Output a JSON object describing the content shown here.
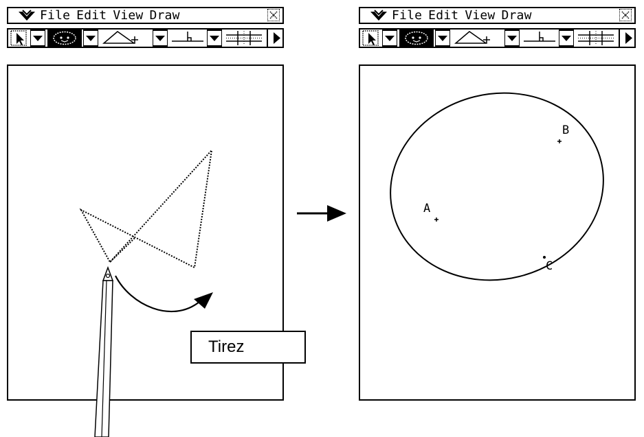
{
  "left_screen": {
    "menu": {
      "items": [
        "File",
        "Edit",
        "View",
        "Draw"
      ]
    },
    "toolbar": {
      "tools": [
        "select-tool",
        "circle-tool",
        "triangle-tool",
        "perpendicular-tool",
        "grid-tool"
      ],
      "more": "play-arrow"
    }
  },
  "right_screen": {
    "menu": {
      "items": [
        "File",
        "Edit",
        "View",
        "Draw"
      ]
    },
    "toolbar": {
      "tools": [
        "select-tool",
        "circle-tool",
        "triangle-tool",
        "perpendicular-tool",
        "grid-tool"
      ],
      "more": "play-arrow"
    },
    "points": {
      "a": "A",
      "b": "B",
      "c": "C"
    }
  },
  "drag_label": "Tirez",
  "colors": {
    "ink": "#000000",
    "paper": "#ffffff"
  }
}
